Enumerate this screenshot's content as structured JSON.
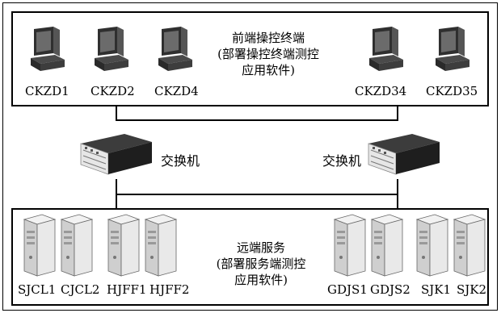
{
  "top_group": {
    "title_line1": "前端操控终端",
    "title_line2": "(部署操控终端测控",
    "title_line3": "应用软件)",
    "terminals": [
      "CKZD1",
      "CKZD2",
      "CKZD4",
      "CKZD34",
      "CKZD35"
    ]
  },
  "switches": {
    "left_label": "交换机",
    "right_label": "交换机"
  },
  "bottom_group": {
    "title_line1": "远端服务",
    "title_line2": "(部署服务端测控",
    "title_line3": "应用软件)",
    "servers": [
      "SJCL1",
      "CJCL2",
      "HJFF1",
      "HJFF2",
      "GDJS1",
      "GDJS2",
      "SJK1",
      "SJK2"
    ]
  },
  "colors": {
    "line": "#000000",
    "computer_body": "#3a3a3a",
    "server_body": "#d9d9d9"
  }
}
